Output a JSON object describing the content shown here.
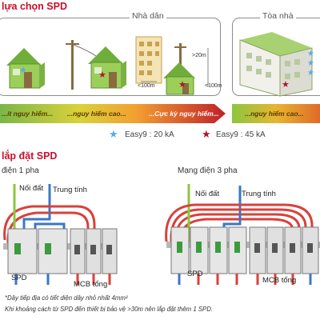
{
  "section1": {
    "title": "lựa chọn SPD",
    "frame_residential_label": "Nhà dân",
    "frame_building_label": "Tòa nhà",
    "height_label": ">20m",
    "distance_label_1": "<100m",
    "distance_label_2": "<100m"
  },
  "risk_scale": [
    "...ít nguy hiểm...",
    "...nguy hiểm cao...",
    "...Cực kỳ nguy hiểm...",
    "...nguy hiểm cao..."
  ],
  "legend": [
    {
      "label": "Easy9 : 20 kA",
      "color": "#5aa9e6",
      "icon": "blue-star-icon"
    },
    {
      "label": "Easy9 : 45 kA",
      "color": "#b5122a",
      "icon": "red-star-icon"
    }
  ],
  "section2": {
    "title": "lắp đặt SPD",
    "left_diagram": {
      "title": "điện 1 pha",
      "ground_label": "Nối đất",
      "neutral_label": "Trung tính",
      "spd_label": "SPD",
      "mcb_label": "MCB tổng"
    },
    "right_diagram": {
      "title": "Mạng điện 3 pha",
      "ground_label": "Nối đất",
      "neutral_label": "Trung tính",
      "spd_label": "SPD",
      "mcb_label": "MCB tổng"
    },
    "footnote_1": "*Dây tiếp địa có tiết diện dây nhỏ nhất 4mm²",
    "footnote_2": "Khi khoảng cách từ SPD đến thiết bị bảo vệ >30m nên lắp đặt thêm 1 SPD."
  },
  "colors": {
    "accent_red": "#c8102e",
    "risk_green": "#7ab648",
    "risk_yellow": "#f2c230",
    "risk_orange": "#e8782a",
    "risk_red": "#c0202a",
    "house_green": "#8cc63f",
    "ground_wire": "#8dc63f",
    "neutral_wire": "#3a78c3",
    "phase_wire": "#d9413b"
  }
}
